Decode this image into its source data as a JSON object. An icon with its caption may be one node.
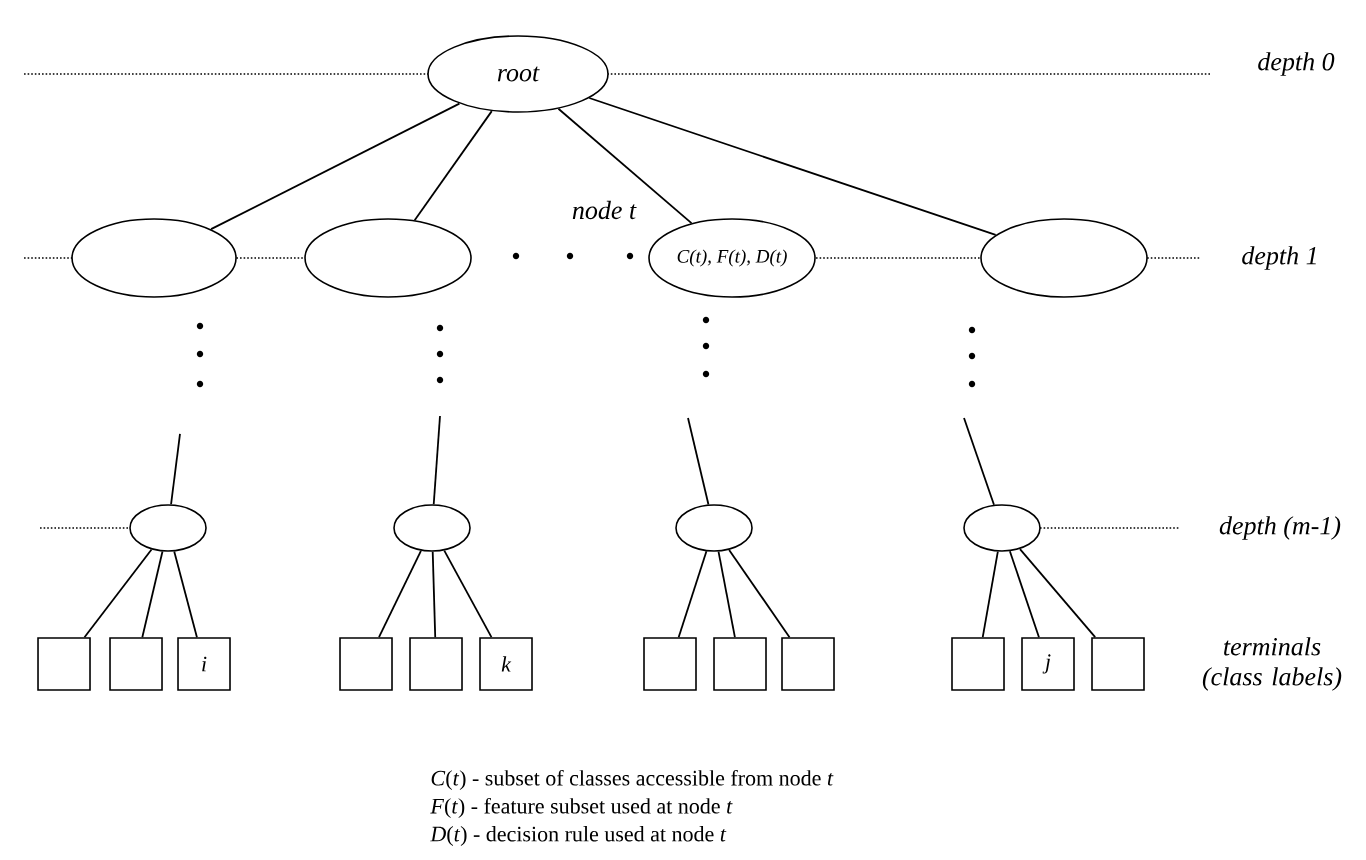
{
  "diagram": {
    "nodes": [
      {
        "text": [
          "root"
        ]
      },
      {
        "text": [],
        "shape": "ellipse"
      },
      {
        "text": [],
        "shape": "ellipse"
      },
      {
        "text": [
          "C(t), F(t), D(t)"
        ],
        "beside": [
          "node  t"
        ]
      },
      {
        "text": [],
        "shape": "ellipse"
      },
      {
        "text": [],
        "shape": "ellipse"
      },
      {
        "text": [],
        "shape": "ellipse"
      },
      {
        "text": [],
        "shape": "ellipse"
      },
      {
        "text": [],
        "shape": "ellipse"
      },
      {
        "text": [],
        "shape": "box"
      },
      {
        "text": [],
        "shape": "box"
      },
      {
        "text": [
          "i"
        ]
      },
      {
        "text": [],
        "shape": "box"
      },
      {
        "text": [],
        "shape": "box"
      },
      {
        "text": [
          "k"
        ]
      },
      {
        "text": [],
        "shape": "box"
      },
      {
        "text": [],
        "shape": "box"
      },
      {
        "text": [],
        "shape": "box"
      },
      {
        "text": [],
        "shape": "box"
      },
      {
        "text": [
          "j"
        ]
      },
      {
        "text": [],
        "shape": "box"
      }
    ],
    "edges": [
      {
        "from": 0,
        "to": 1,
        "arrow": "none"
      },
      {
        "from": 0,
        "to": 2,
        "arrow": "none"
      },
      {
        "from": 0,
        "to": 3,
        "arrow": "none"
      },
      {
        "from": 0,
        "to": 4,
        "arrow": "none"
      },
      {
        "from": null,
        "to": 5,
        "arrow": "none"
      },
      {
        "from": null,
        "to": 6,
        "arrow": "none"
      },
      {
        "from": null,
        "to": 7,
        "arrow": "none"
      },
      {
        "from": null,
        "to": 8,
        "arrow": "none"
      },
      {
        "from": 5,
        "to": 9,
        "arrow": "none"
      },
      {
        "from": 5,
        "to": 10,
        "arrow": "none"
      },
      {
        "from": 5,
        "to": 11,
        "arrow": "none"
      },
      {
        "from": 6,
        "to": 12,
        "arrow": "none"
      },
      {
        "from": 6,
        "to": 13,
        "arrow": "none"
      },
      {
        "from": 6,
        "to": 14,
        "arrow": "none"
      },
      {
        "from": 7,
        "to": 15,
        "arrow": "none"
      },
      {
        "from": 7,
        "to": 16,
        "arrow": "none"
      },
      {
        "from": 7,
        "to": 17,
        "arrow": "none"
      },
      {
        "from": 8,
        "to": 18,
        "arrow": "none"
      },
      {
        "from": 8,
        "to": 19,
        "arrow": "none"
      },
      {
        "from": 8,
        "to": 20,
        "arrow": "none"
      }
    ],
    "labels": [
      "depth 0",
      "depth 1",
      "depth  (m-1)",
      "terminals (class labels)",
      "*C*(*t*)  - subset of classes accessible from node *t*",
      "*F*(*t*)  -  feature subset used at node *t*",
      "*D*(*t*)  - decision rule used at node *t*"
    ]
  }
}
